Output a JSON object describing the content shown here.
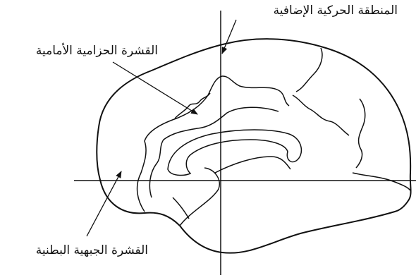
{
  "labels": {
    "supplementary_motor_area": "المنطقة الحركية الإضافية",
    "anterior_cingulate_cortex": "القشرة الحزامية الأمامية",
    "ventromedial_prefrontal_cortex": "القشرة الجبهية البطنية"
  },
  "colors": {
    "line": "#111111",
    "background": "#ffffff"
  }
}
